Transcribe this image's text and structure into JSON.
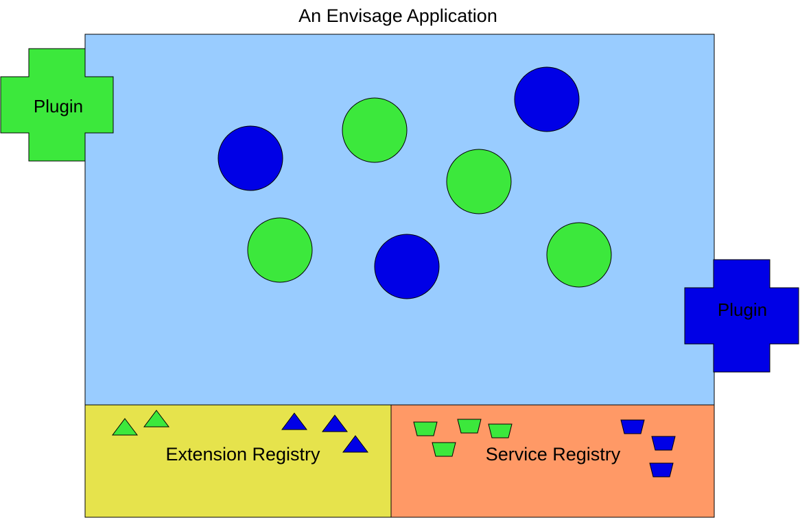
{
  "title": "An Envisage Application",
  "app_region": {
    "color": "#99ccff"
  },
  "plugins": [
    {
      "label": "Plugin",
      "color": "#3ce83c"
    },
    {
      "label": "Plugin",
      "color": "#0000e6"
    }
  ],
  "registries": [
    {
      "label": "Extension Registry",
      "color": "#e6e34c",
      "item_shape": "triangle",
      "items": [
        "green",
        "green",
        "blue",
        "blue",
        "blue"
      ]
    },
    {
      "label": "Service Registry",
      "color": "#ff9966",
      "item_shape": "trapezoid",
      "items": [
        "green",
        "green",
        "green",
        "green",
        "blue",
        "blue",
        "blue"
      ]
    }
  ],
  "circles": [
    "blue",
    "green",
    "blue",
    "green",
    "green",
    "blue",
    "green"
  ],
  "colors": {
    "green": "#3ce83c",
    "blue": "#0000e6",
    "outline": "#000000"
  }
}
